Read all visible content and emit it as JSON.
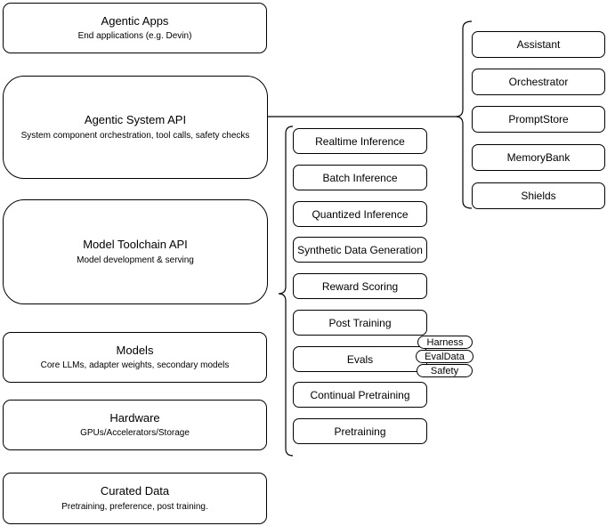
{
  "left_stack": [
    {
      "title": "Agentic Apps",
      "subtitle": "End applications (e.g. Devin)"
    },
    {
      "title": "Agentic System API",
      "subtitle": "System component orchestration, tool calls, safety checks"
    },
    {
      "title": "Model Toolchain API",
      "subtitle": "Model development & serving"
    },
    {
      "title": "Models",
      "subtitle": "Core LLMs, adapter weights, secondary models"
    },
    {
      "title": "Hardware",
      "subtitle": "GPUs/Accelerators/Storage"
    },
    {
      "title": "Curated Data",
      "subtitle": "Pretraining, preference, post training."
    }
  ],
  "toolchain_items": [
    "Realtime Inference",
    "Batch Inference",
    "Quantized Inference",
    "Synthetic Data Generation",
    "Reward Scoring",
    "Post Training",
    "Evals",
    "Continual Pretraining",
    "Pretraining"
  ],
  "evals_tags": [
    "Harness",
    "EvalData",
    "Safety"
  ],
  "system_components": [
    "Assistant",
    "Orchestrator",
    "PromptStore",
    "MemoryBank",
    "Shields"
  ],
  "colors": {
    "stroke": "#000000",
    "background": "#ffffff",
    "text": "#000000"
  }
}
